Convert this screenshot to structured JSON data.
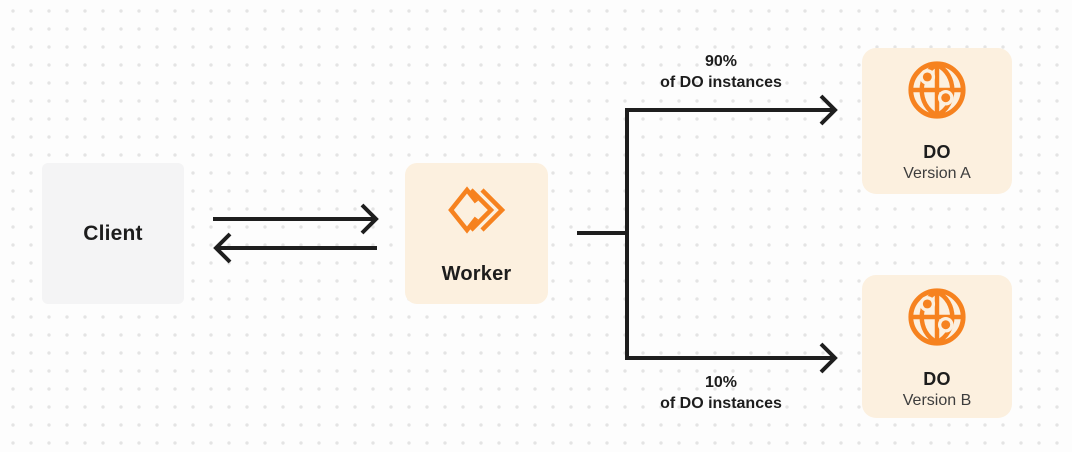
{
  "diagram": {
    "nodes": {
      "client": {
        "label": "Client"
      },
      "worker": {
        "label": "Worker",
        "icon": "cloudflare-workers-icon"
      },
      "do_version_a": {
        "title": "DO",
        "subtitle": "Version A",
        "icon": "durable-object-globe-icon"
      },
      "do_version_b": {
        "title": "DO",
        "subtitle": "Version B",
        "icon": "durable-object-globe-icon"
      }
    },
    "edges": {
      "client_worker": {
        "direction": "bidirectional"
      },
      "worker_do_a": {
        "percent": "90%",
        "caption": "of DO instances"
      },
      "worker_do_b": {
        "percent": "10%",
        "caption": "of DO instances"
      }
    },
    "colors": {
      "accent_orange": "#f6821f",
      "node_cream": "#fcf0df",
      "node_gray": "#f4f4f5",
      "line": "#1e1e1e",
      "text": "#1d1d1d",
      "subtitle_text": "#3d3d3d",
      "background": "#fdfdfd",
      "dot_grid": "#e4e4e4"
    }
  }
}
